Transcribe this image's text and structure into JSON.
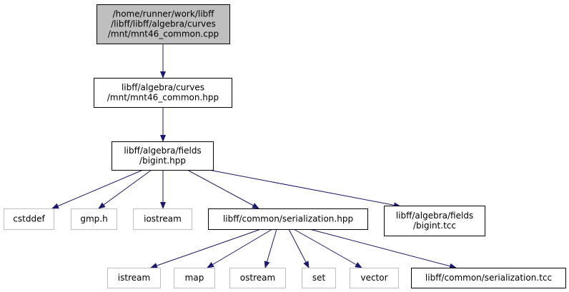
{
  "nodes": {
    "mnt46_common_cpp": {
      "lines": [
        "/home/runner/work/libff",
        "/libff/libff/algebra/curves",
        "/mnt/mnt46_common.cpp"
      ],
      "style": "highlighted"
    },
    "mnt46_common_hpp": {
      "lines": [
        "libff/algebra/curves",
        "/mnt/mnt46_common.hpp"
      ],
      "style": "normal"
    },
    "bigint_hpp": {
      "lines": [
        "libff/algebra/fields",
        "/bigint.hpp"
      ],
      "style": "normal"
    },
    "cstddef": {
      "lines": [
        "cstddef"
      ],
      "style": "external"
    },
    "gmp_h": {
      "lines": [
        "gmp.h"
      ],
      "style": "external"
    },
    "iostream": {
      "lines": [
        "iostream"
      ],
      "style": "external"
    },
    "serialization_hpp": {
      "lines": [
        "libff/common/serialization.hpp"
      ],
      "style": "normal"
    },
    "bigint_tcc": {
      "lines": [
        "libff/algebra/fields",
        "/bigint.tcc"
      ],
      "style": "normal"
    },
    "istream": {
      "lines": [
        "istream"
      ],
      "style": "external"
    },
    "map": {
      "lines": [
        "map"
      ],
      "style": "external"
    },
    "ostream": {
      "lines": [
        "ostream"
      ],
      "style": "external"
    },
    "set": {
      "lines": [
        "set"
      ],
      "style": "external"
    },
    "vector": {
      "lines": [
        "vector"
      ],
      "style": "external"
    },
    "serialization_tcc": {
      "lines": [
        "libff/common/serialization.tcc"
      ],
      "style": "normal"
    }
  },
  "edges": [
    [
      "mnt46_common_cpp",
      "mnt46_common_hpp"
    ],
    [
      "mnt46_common_hpp",
      "bigint_hpp"
    ],
    [
      "bigint_hpp",
      "cstddef"
    ],
    [
      "bigint_hpp",
      "gmp_h"
    ],
    [
      "bigint_hpp",
      "iostream"
    ],
    [
      "bigint_hpp",
      "serialization_hpp"
    ],
    [
      "bigint_hpp",
      "bigint_tcc"
    ],
    [
      "serialization_hpp",
      "istream"
    ],
    [
      "serialization_hpp",
      "map"
    ],
    [
      "serialization_hpp",
      "ostream"
    ],
    [
      "serialization_hpp",
      "set"
    ],
    [
      "serialization_hpp",
      "vector"
    ],
    [
      "serialization_hpp",
      "serialization_tcc"
    ]
  ],
  "colors": {
    "edge": "#191970",
    "node_border": "#000000",
    "external_border": "#bfbfbf",
    "highlight_fill": "#bfbfbf",
    "text": "#000000"
  }
}
